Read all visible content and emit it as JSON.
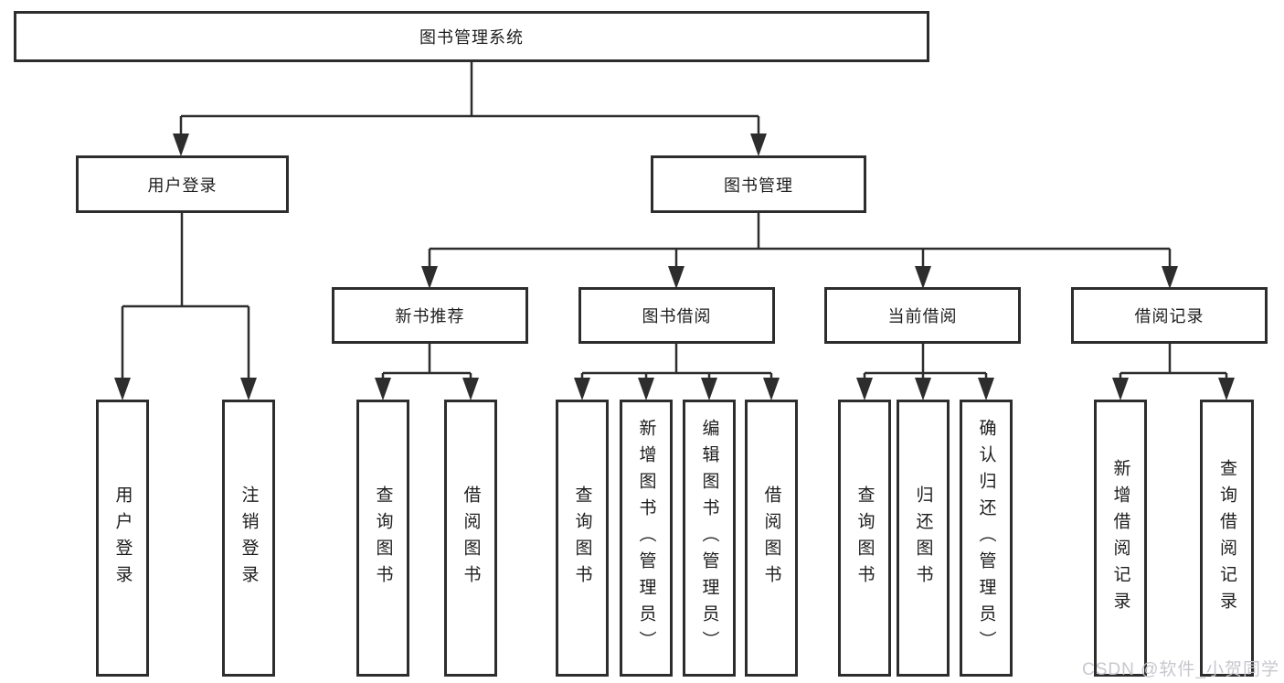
{
  "diagram_title": "图书管理系统",
  "tree": {
    "label": "图书管理系统",
    "children": [
      {
        "label": "用户登录",
        "children": [
          {
            "label": "用户登录"
          },
          {
            "label": "注销登录"
          }
        ]
      },
      {
        "label": "图书管理",
        "children": [
          {
            "label": "新书推荐",
            "children": [
              {
                "label": "查询图书"
              },
              {
                "label": "借阅图书"
              }
            ]
          },
          {
            "label": "图书借阅",
            "children": [
              {
                "label": "查询图书"
              },
              {
                "label": "新增图书（管理员）"
              },
              {
                "label": "编辑图书（管理员）"
              },
              {
                "label": "借阅图书"
              }
            ]
          },
          {
            "label": "当前借阅",
            "children": [
              {
                "label": "查询图书"
              },
              {
                "label": "归还图书"
              },
              {
                "label": "确认归还（管理员）"
              }
            ]
          },
          {
            "label": "借阅记录",
            "children": [
              {
                "label": "新增借阅记录"
              },
              {
                "label": "查询借阅记录"
              }
            ]
          }
        ]
      }
    ]
  },
  "colors": {
    "line": "#2d2d2d",
    "box_fill": "#ffffff",
    "text": "#1d1d1d",
    "watermark": "#c4c4cb"
  },
  "watermark": {
    "text": "CSDN @软件_小贺同学"
  }
}
